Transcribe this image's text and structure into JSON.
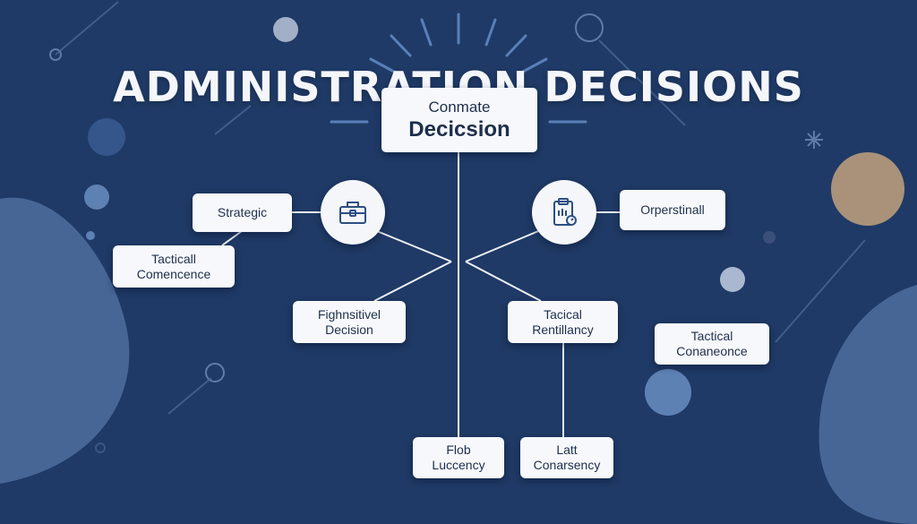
{
  "title": "ADMINISTRATION DECISIONS",
  "central": {
    "line1": "Conmate",
    "line2": "Decicsion"
  },
  "nodes": {
    "strategic": {
      "line1": "Strategic"
    },
    "tactical_commence": {
      "line1": "Tacticall",
      "line2": "Comencence"
    },
    "fighnsitivel": {
      "line1": "Fighnsitivel",
      "line2": "Decision"
    },
    "operational": {
      "line1": "Orperstinall"
    },
    "tactical_rentillancy": {
      "line1": "Tacical",
      "line2": "Rentillancy"
    },
    "tactical_conaneonce": {
      "line1": "Tactical",
      "line2": "Conaneonce"
    },
    "flob": {
      "line1": "Flob",
      "line2": "Luccency"
    },
    "latt": {
      "line1": "Latt",
      "line2": "Conarsency"
    }
  },
  "icons": {
    "left": "briefcase-icon",
    "right": "clipboard-icon"
  },
  "colors": {
    "background": "#1f3a66",
    "node_fill": "#f7f8fb",
    "node_text": "#1e2f4c",
    "connector": "#eef1f6",
    "icon_stroke": "#2d4f83",
    "accent_tan": "#a99279"
  }
}
